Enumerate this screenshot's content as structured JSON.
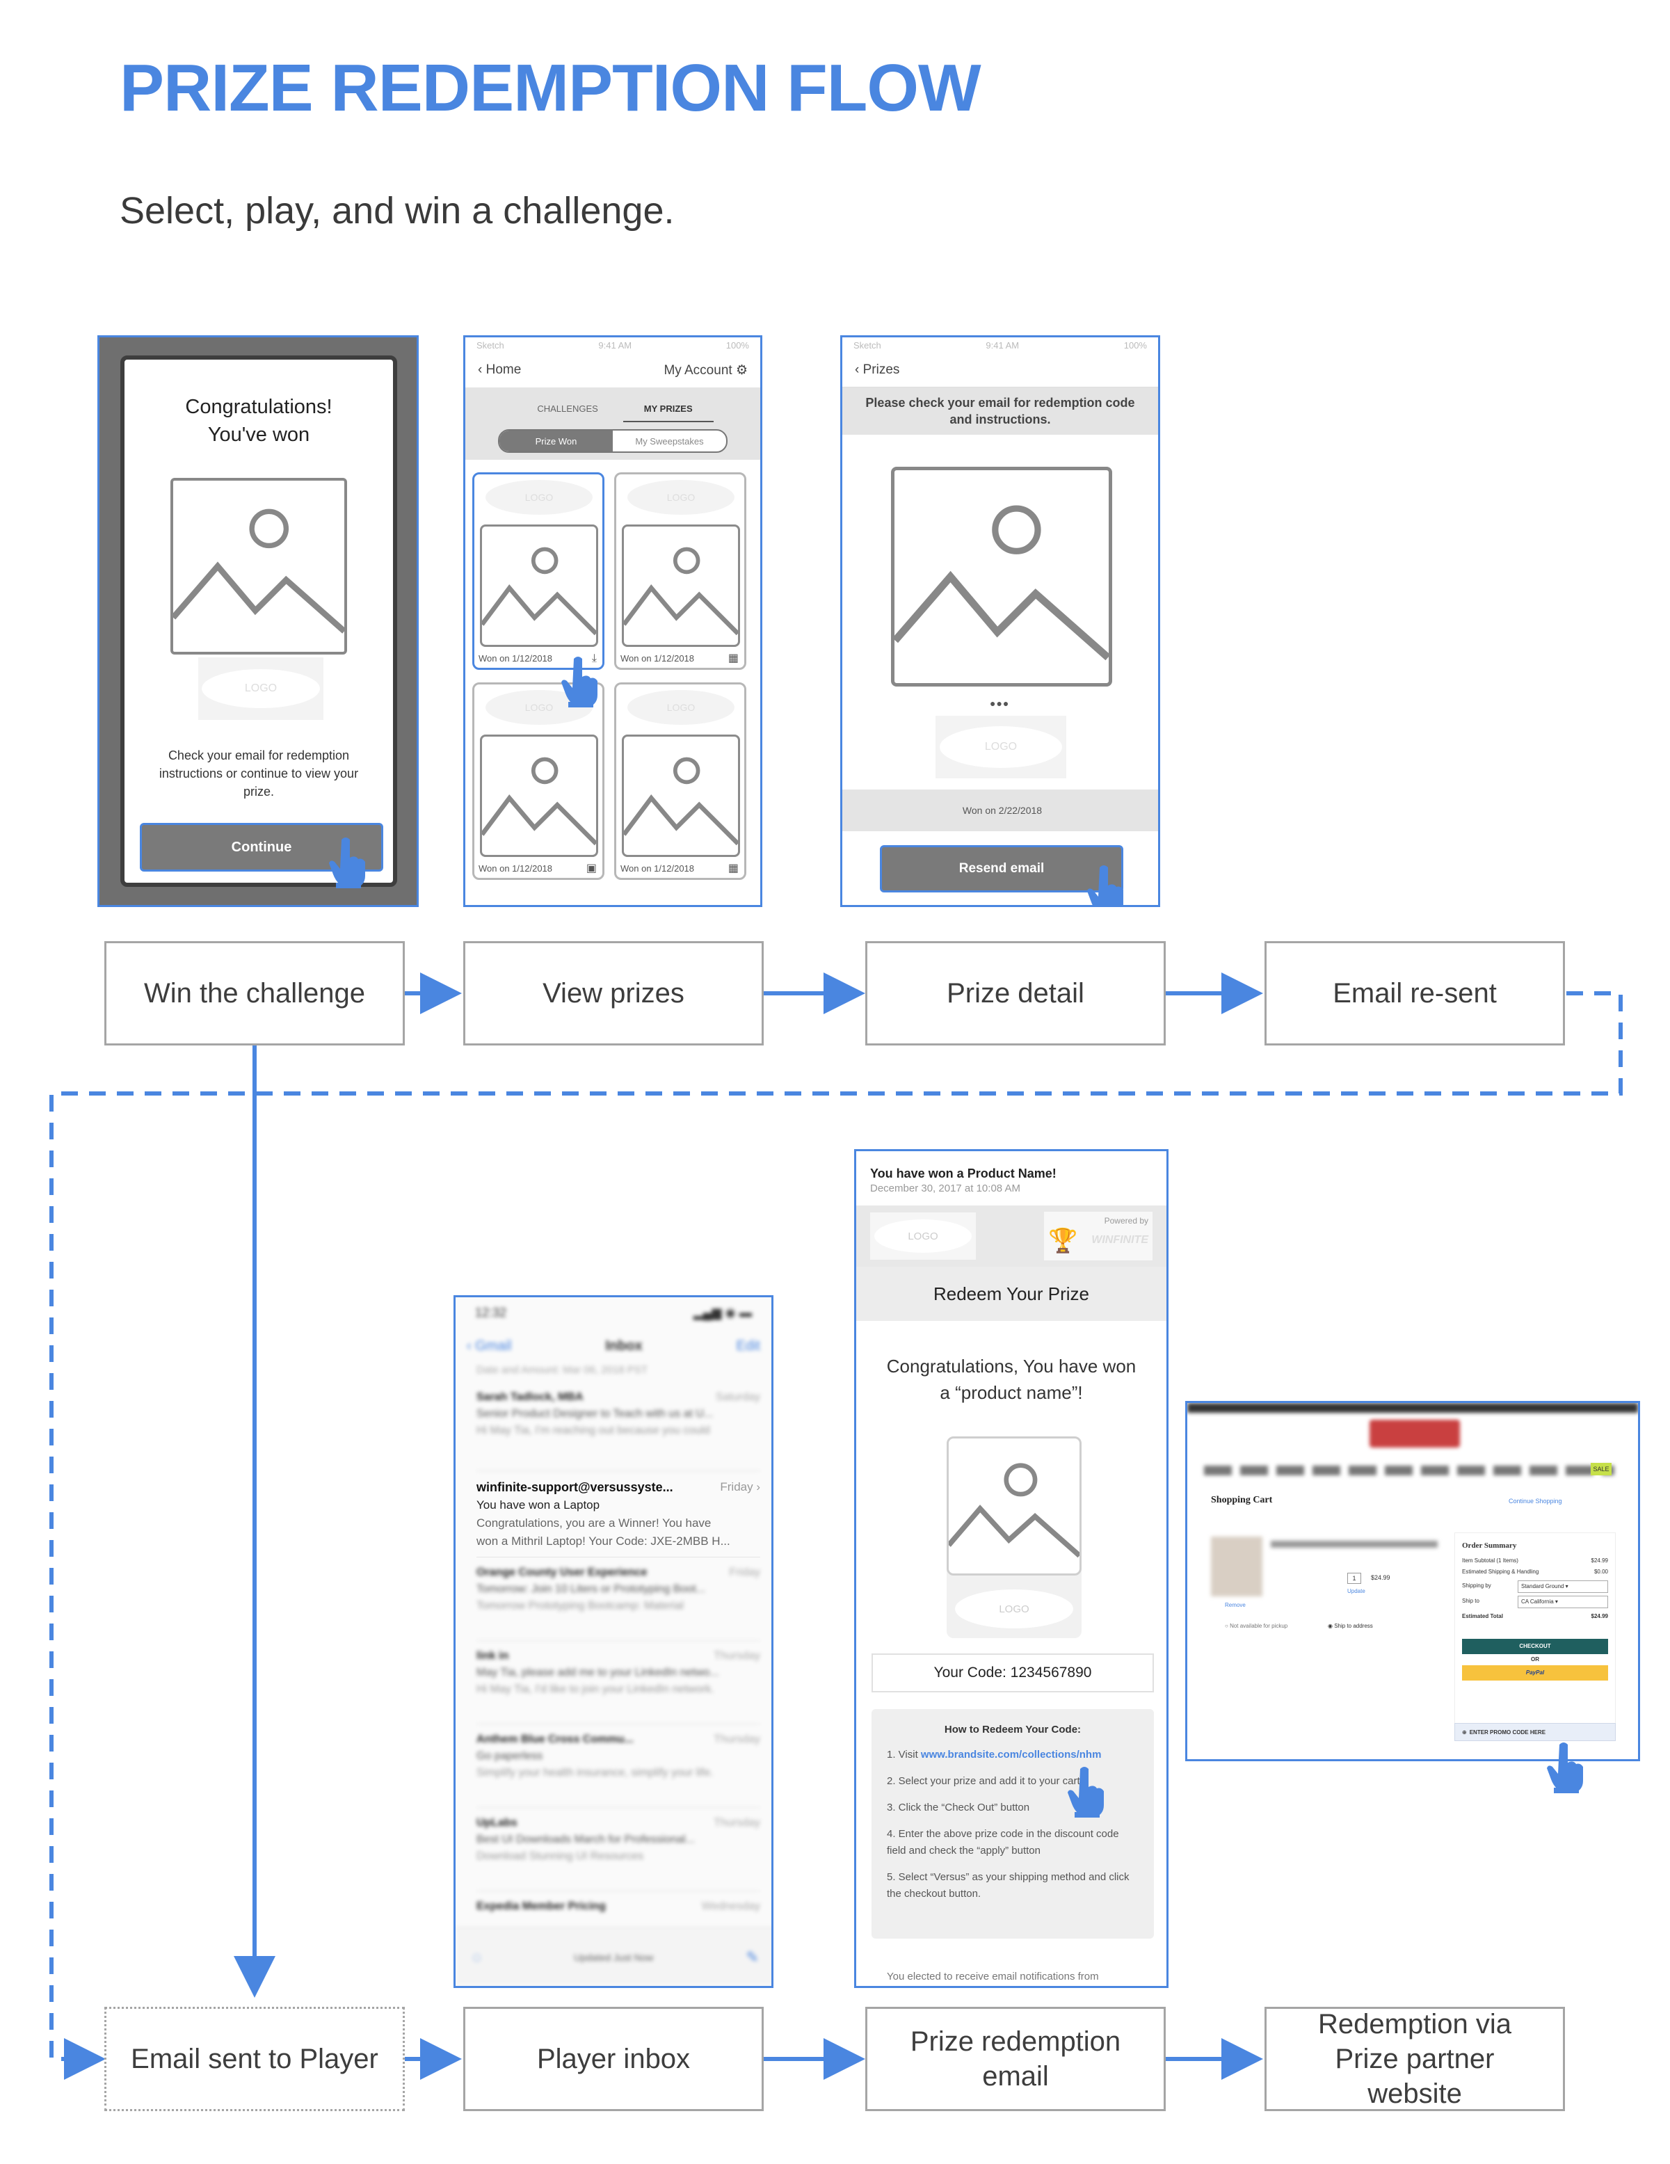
{
  "header": {
    "title": "PRIZE REDEMPTION FLOW",
    "subtitle": "Select, play, and win a challenge."
  },
  "steps": [
    {
      "label": "Win the challenge"
    },
    {
      "label": "View prizes"
    },
    {
      "label": "Prize detail"
    },
    {
      "label": "Email re-sent"
    },
    {
      "label": "Email sent to Player"
    },
    {
      "label": "Player inbox"
    },
    {
      "label": "Prize redemption email"
    },
    {
      "label": "Redemption via Prize partner website"
    }
  ],
  "colors": {
    "accent": "#4a86e0",
    "node_border": "#a5a5a5",
    "button_gray": "#7a7a7a"
  },
  "screen1": {
    "heading_line1": "Congratulations!",
    "heading_line2": "You've won",
    "logo": "LOGO",
    "message": "Check your email for redemption instructions or continue to view your prize.",
    "button": "Continue"
  },
  "screen2": {
    "status_left": "Sketch",
    "status_time": "9:41 AM",
    "status_right": "100%",
    "back": "Home",
    "account": "My Account",
    "tabs": [
      "CHALLENGES",
      "MY PRIZES"
    ],
    "segments": [
      "Prize Won",
      "My Sweepstakes"
    ],
    "tiles": [
      {
        "logo": "LOGO",
        "won": "Won on 1/12/2018",
        "icon": "⤓"
      },
      {
        "logo": "LOGO",
        "won": "Won on 1/12/2018",
        "icon": "▦"
      },
      {
        "logo": "LOGO",
        "won": "Won on 1/12/2018",
        "icon": "▣"
      },
      {
        "logo": "LOGO",
        "won": "Won on 1/12/2018",
        "icon": "▦"
      }
    ]
  },
  "screen3": {
    "status_left": "Sketch",
    "status_time": "9:41 AM",
    "status_right": "100%",
    "back": "Prizes",
    "notice": "Please check your email for redemption code and instructions.",
    "logo": "LOGO",
    "won": "Won on 2/22/2018",
    "button": "Resend email"
  },
  "screen4": {
    "time": "12:32",
    "back": "Gmail",
    "title": "Inbox",
    "edit": "Edit",
    "search_blur": "Date and Amount: Mar 06, 2018 PST",
    "highlight": {
      "sender": "winfinite-support@versussyste...",
      "day": "Friday",
      "subject": "You have won a Laptop",
      "preview_line1": "Congratulations, you are a Winner! You have",
      "preview_line2": "won a Mithril Laptop! Your Code: JXE-2MBB H..."
    },
    "blurred": [
      {
        "sender": "Sarah Tadlock, MBA",
        "day": "Saturday",
        "line1": "Senior Product Designer to Teach with us at U...",
        "line2": "Hi May Tia, I'm reaching out because you could"
      },
      {
        "sender": "Orange County User Experience",
        "day": "Friday",
        "line1": "Tomorrow: Join 10 Liters or Prototyping Boot...",
        "line2": "Tomorrow Prototyping Bootcamp: Material"
      },
      {
        "sender": "link in",
        "day": "Thursday",
        "line1": "May Tia, please add me to your LinkedIn netwo...",
        "line2": "Hi May Tia, I'd like to join your LinkedIn network."
      },
      {
        "sender": "Anthem Blue Cross Commu...",
        "day": "Thursday",
        "line1": "Go paperless",
        "line2": "Simplify your health insurance, simplify your life."
      },
      {
        "sender": "UpLabs",
        "day": "Thursday",
        "line1": "Best UI Downloads March for Professional...",
        "line2": "Download Stunning UI Resources"
      },
      {
        "sender": "Expedia Member Pricing",
        "day": "Wednesday",
        "line1": "",
        "line2": ""
      }
    ],
    "footer": "Updated Just Now"
  },
  "screen5": {
    "subject": "You have won a Product Name!",
    "date": "December 30, 2017 at 10:08 AM",
    "logo": "LOGO",
    "powered_by": "Powered by",
    "brand": "WINFINITE",
    "banner": "Redeem Your Prize",
    "congrats": "Congratulations, You have won a “product name”!",
    "logo2": "LOGO",
    "code": "Your Code: 1234567890",
    "howto_title": "How to Redeem Your Code:",
    "step1_prefix": "1. Visit ",
    "step1_link": "www.brandsite.com/collections/nhm",
    "step2": "2. Select your prize and add it to your cart",
    "step3": "3. Click the “Check Out” button",
    "step4": "4. Enter the above prize code in the discount code field and check the “apply” button",
    "step5": "5. Select “Versus” as your shipping method and click the checkout button.",
    "footer": "You elected to receive email notifications from"
  },
  "screen6": {
    "cart_title": "Shopping Cart",
    "continue": "Continue Shopping",
    "price": "$24.99",
    "qty": "1",
    "remove": "Remove",
    "update": "Update",
    "not_available": "Not available for pickup",
    "ship_to": "Ship to address",
    "summary_title": "Order Summary",
    "subtotal_label": "Item Subtotal (1 Items)",
    "subtotal": "$24.99",
    "shipping_label": "Estimated Shipping & Handling",
    "shipping": "$0.00",
    "shipping_by": "Shipping by",
    "shipping_by_value": "Standard Ground",
    "ship_to_label": "Ship to",
    "ship_to_value": "CA California",
    "total_label": "Estimated Total",
    "total": "$24.99",
    "checkout": "CHECKOUT",
    "or": "OR",
    "paypal": "PayPal",
    "promo": "ENTER PROMO CODE HERE",
    "sale": "SALE"
  }
}
